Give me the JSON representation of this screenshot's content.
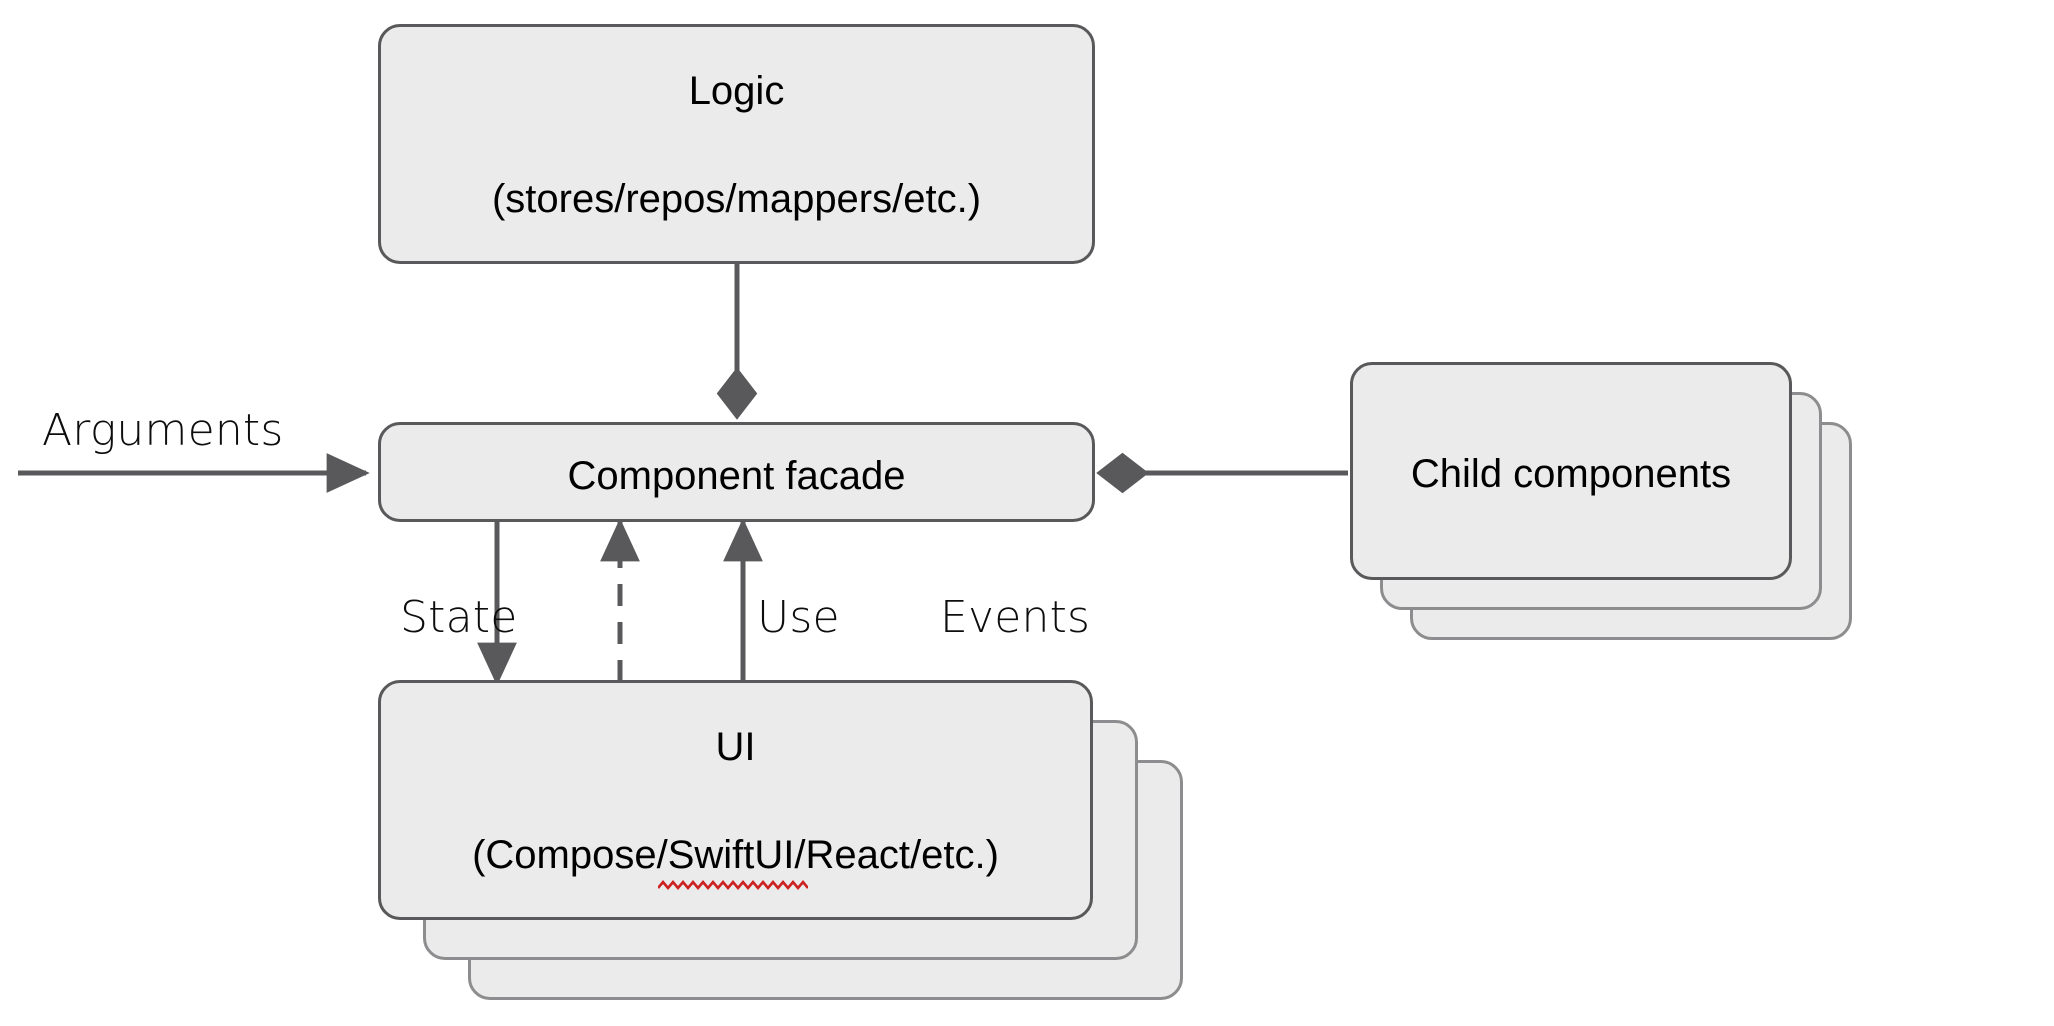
{
  "diagram": {
    "type": "architecture-block-diagram",
    "background_color": "#ffffff",
    "node_fill_color": "#ebebeb",
    "node_border_color": "#59595b",
    "edge_color": "#59595b",
    "spellcheck_underline_color": "#cc2222",
    "nodes": [
      {
        "id": "logic",
        "title": "Logic",
        "subtitle": "(stores/repos/mappers/etc.)",
        "stacked": false,
        "stack_count": 1
      },
      {
        "id": "component-facade",
        "title": "Component facade",
        "subtitle": "",
        "stacked": false,
        "stack_count": 1
      },
      {
        "id": "child-components",
        "title": "Child components",
        "subtitle": "",
        "stacked": true,
        "stack_count": 3
      },
      {
        "id": "ui",
        "title": "UI",
        "subtitle": "(Compose/SwiftUI/React/etc.)",
        "stacked": true,
        "stack_count": 3,
        "misspelled_word": "SwiftUI"
      }
    ],
    "edges": [
      {
        "id": "arguments",
        "label": "Arguments",
        "from": "external",
        "to": "component-facade",
        "style": "solid",
        "head": "arrow"
      },
      {
        "id": "logic-to-facade",
        "label": "",
        "from": "logic",
        "to": "component-facade",
        "style": "solid",
        "head": "diamond"
      },
      {
        "id": "children-to-facade",
        "label": "",
        "from": "child-components",
        "to": "component-facade",
        "style": "solid",
        "head": "diamond"
      },
      {
        "id": "state",
        "label": "State",
        "from": "component-facade",
        "to": "ui",
        "style": "solid",
        "head": "arrow"
      },
      {
        "id": "use",
        "label": "Use",
        "from": "ui",
        "to": "component-facade",
        "style": "dashed",
        "head": "arrow"
      },
      {
        "id": "events",
        "label": "Events",
        "from": "ui",
        "to": "component-facade",
        "style": "solid",
        "head": "arrow"
      }
    ]
  }
}
